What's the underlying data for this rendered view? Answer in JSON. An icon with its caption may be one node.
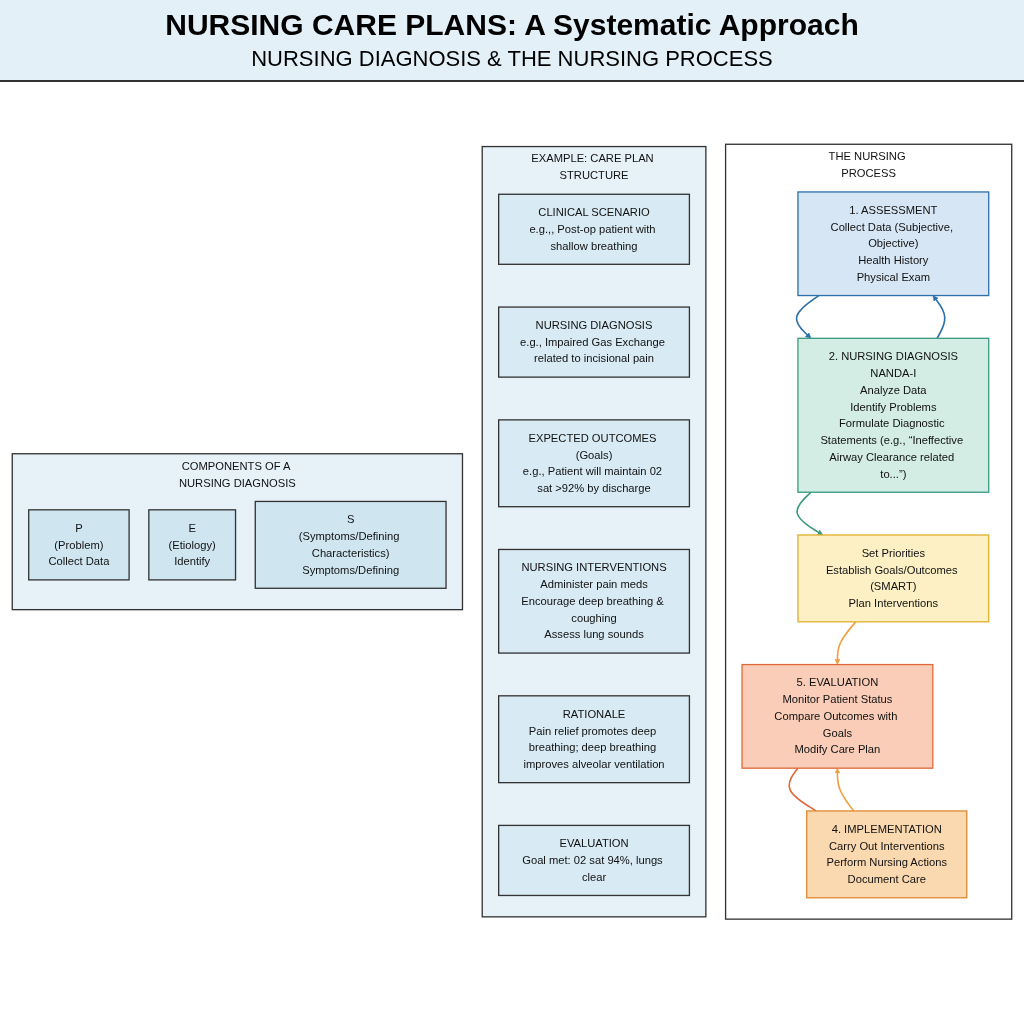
{
  "diagram": {
    "title": "NURSING CARE PLANS: A Systematic Approach",
    "nodes": [
      {
        "text": [
          "THE NURSING PROCESS"
        ]
      },
      {
        "text": [
          "1. ASSESSMENT",
          "Collect Data (Subjective, Objective)",
          "Health History",
          "Physical Exam"
        ],
        "in": 0
      },
      {
        "text": [
          "2. NURSING DIAGNOSIS",
          "NANDA-I",
          "Analyze Data",
          "Identify Problems",
          "Formulate Diagnostic Statements (e.g., “Ineffective Airway Clearance related to...”)"
        ],
        "in": 0
      },
      {
        "text": [
          "Set Priorities",
          "Establish Goals/Outcomes (SMART)",
          "Plan Interventions"
        ],
        "in": 0
      },
      {
        "text": [
          "4. IMPLEMENTATION",
          "Carry Out Interventions",
          "Perform Nursing Actions",
          "Document Care"
        ],
        "in": 0
      },
      {
        "text": [
          "5. EVALUATION",
          "Monitor Patient Status",
          "Compare Outcomes with Goals",
          "Modify Care Plan"
        ],
        "in": 0
      },
      {
        "text": [
          "EXAMPLE: CARE PLAN STRUCTURE"
        ]
      },
      {
        "text": [
          "CLINICAL SCENARIO",
          "e.g.,, Post-op patient with shallow breathing"
        ],
        "in": 6
      },
      {
        "text": [
          "NURSING DIAGNOSIS",
          "e.g., Impaired Gas Exchange related to incisional pain"
        ],
        "in": 6
      },
      {
        "text": [
          "EXPECTED OUTCOMES (Goals)",
          "e.g., Patient will maintain 02 sat >92% by discharge"
        ],
        "in": 6
      },
      {
        "text": [
          "NURSING INTERVENTIONS",
          "Administer pain meds",
          "Encourage deep breathing & coughing",
          "Assess lung sounds"
        ],
        "in": 6
      },
      {
        "text": [
          "RATIONALE",
          "Pain relief promotes deep breathing; deep breathing improves alveolar ventilation"
        ],
        "in": 6
      },
      {
        "text": [
          "EVALUATION",
          "Goal met: 02 sat 94%, lungs clear"
        ],
        "in": 6
      },
      {
        "text": [
          "COMPONENTS OF A NURSING DIAGNOSIS"
        ]
      },
      {
        "text": [
          "P",
          "(Problem)",
          "Collect Data"
        ],
        "in": 13
      },
      {
        "text": [
          "E",
          "(Etiology)",
          "Identify"
        ],
        "in": 13
      },
      {
        "text": [
          "S",
          "(Symptoms/Defining Characteristics)",
          "Symptoms/Defining"
        ],
        "in": 13
      }
    ],
    "edges": [
      {
        "from": 1,
        "to": 2,
        "arrow": "to",
        "color": "#2f6fa8"
      },
      {
        "from": 2,
        "to": 1,
        "arrow": "to",
        "color": "#2f6fa8"
      },
      {
        "from": 2,
        "to": 3,
        "arrow": "to",
        "color": "#3a9a80"
      },
      {
        "from": 3,
        "to": 5,
        "arrow": "to",
        "color": "#f0a040"
      },
      {
        "from": 4,
        "to": 5,
        "arrow": "to",
        "color": "#f0a040"
      },
      {
        "from": 5,
        "to": 4,
        "arrow": "none",
        "color": "#e06a3a"
      }
    ],
    "labels": [
      "NURSING DIAGNOSIS & THE NURSING PROCESS"
    ]
  }
}
